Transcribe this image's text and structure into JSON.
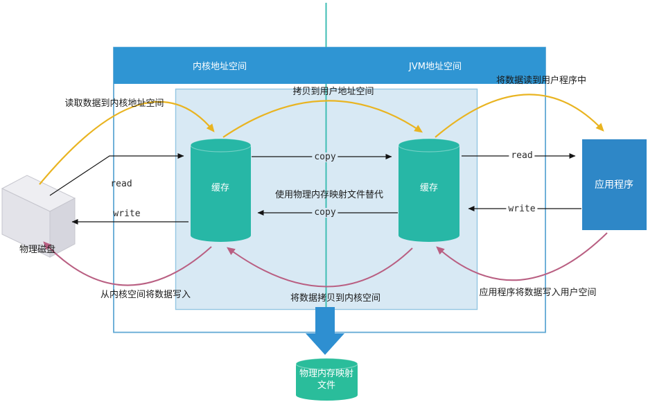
{
  "diagram": {
    "header": {
      "kernel_space": "内核地址空间",
      "jvm_space": "JVM地址空间"
    },
    "nodes": {
      "disk": "物理磁盘",
      "kernel_cache": "缓存",
      "jvm_cache": "缓存",
      "application": "应用程序",
      "mmap_file_line1": "物理内存映射",
      "mmap_file_line2": "文件"
    },
    "arrow_labels": {
      "read_left": "read",
      "write_left": "write",
      "copy_top": "copy",
      "copy_bottom": "copy",
      "read_right": "read",
      "write_right": "write"
    },
    "annotations": {
      "read_to_kernel": "读取数据到内核地址空间",
      "copy_to_user": "拷贝到用户地址空间",
      "read_to_program": "将数据读到用户程序中",
      "mmap_replace": "使用物理内存映射文件替代",
      "write_from_kernel": "从内核空间将数据写入",
      "copy_to_kernel": "将数据拷贝到内核空间",
      "app_write_user": "应用程序将数据写入用户空间"
    },
    "colors": {
      "header_blue": "#2f95d3",
      "app_blue": "#2e87c7",
      "arrow_blue": "#2e8fd1",
      "cache_teal": "#27b7a6",
      "mmap_green": "#2abd9b",
      "divider_teal": "#3fbdb4",
      "yellow": "#e9b421",
      "pink": "#b95f82",
      "inner_fill": "#d8e9f4",
      "inner_border": "#93c6e2",
      "outer_border": "#5fa8d4",
      "disk_top": "#eeeef2",
      "disk_front": "#e3e3e9",
      "disk_side": "#d6d6de",
      "black_line": "#141414"
    }
  }
}
